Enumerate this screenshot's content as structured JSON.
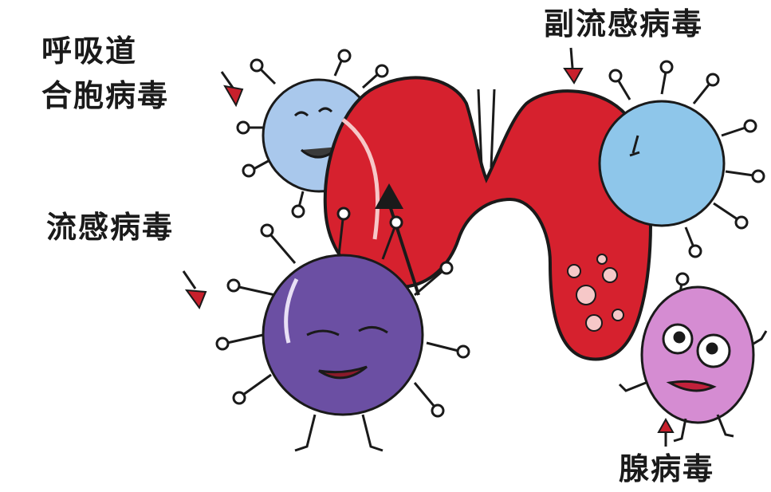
{
  "labels": {
    "rsv_line1": "呼吸道",
    "rsv_line2": "合胞病毒",
    "parainfluenza": "副流感病毒",
    "influenza": "流感病毒",
    "adenovirus": "腺病毒"
  },
  "colors": {
    "organ_red": "#d6212e",
    "rsv_blue": "#a9c8ec",
    "parainfluenza_blue": "#8ec6ea",
    "influenza_purple": "#6b4fa3",
    "adenovirus_pink": "#d58cd2",
    "arrow_red": "#c8202c",
    "outline": "#1a1a1a"
  },
  "icons": [
    "rsv-virus-icon",
    "parainfluenza-virus-icon",
    "influenza-virus-icon",
    "adenovirus-icon",
    "trachea-lungs-icon"
  ]
}
